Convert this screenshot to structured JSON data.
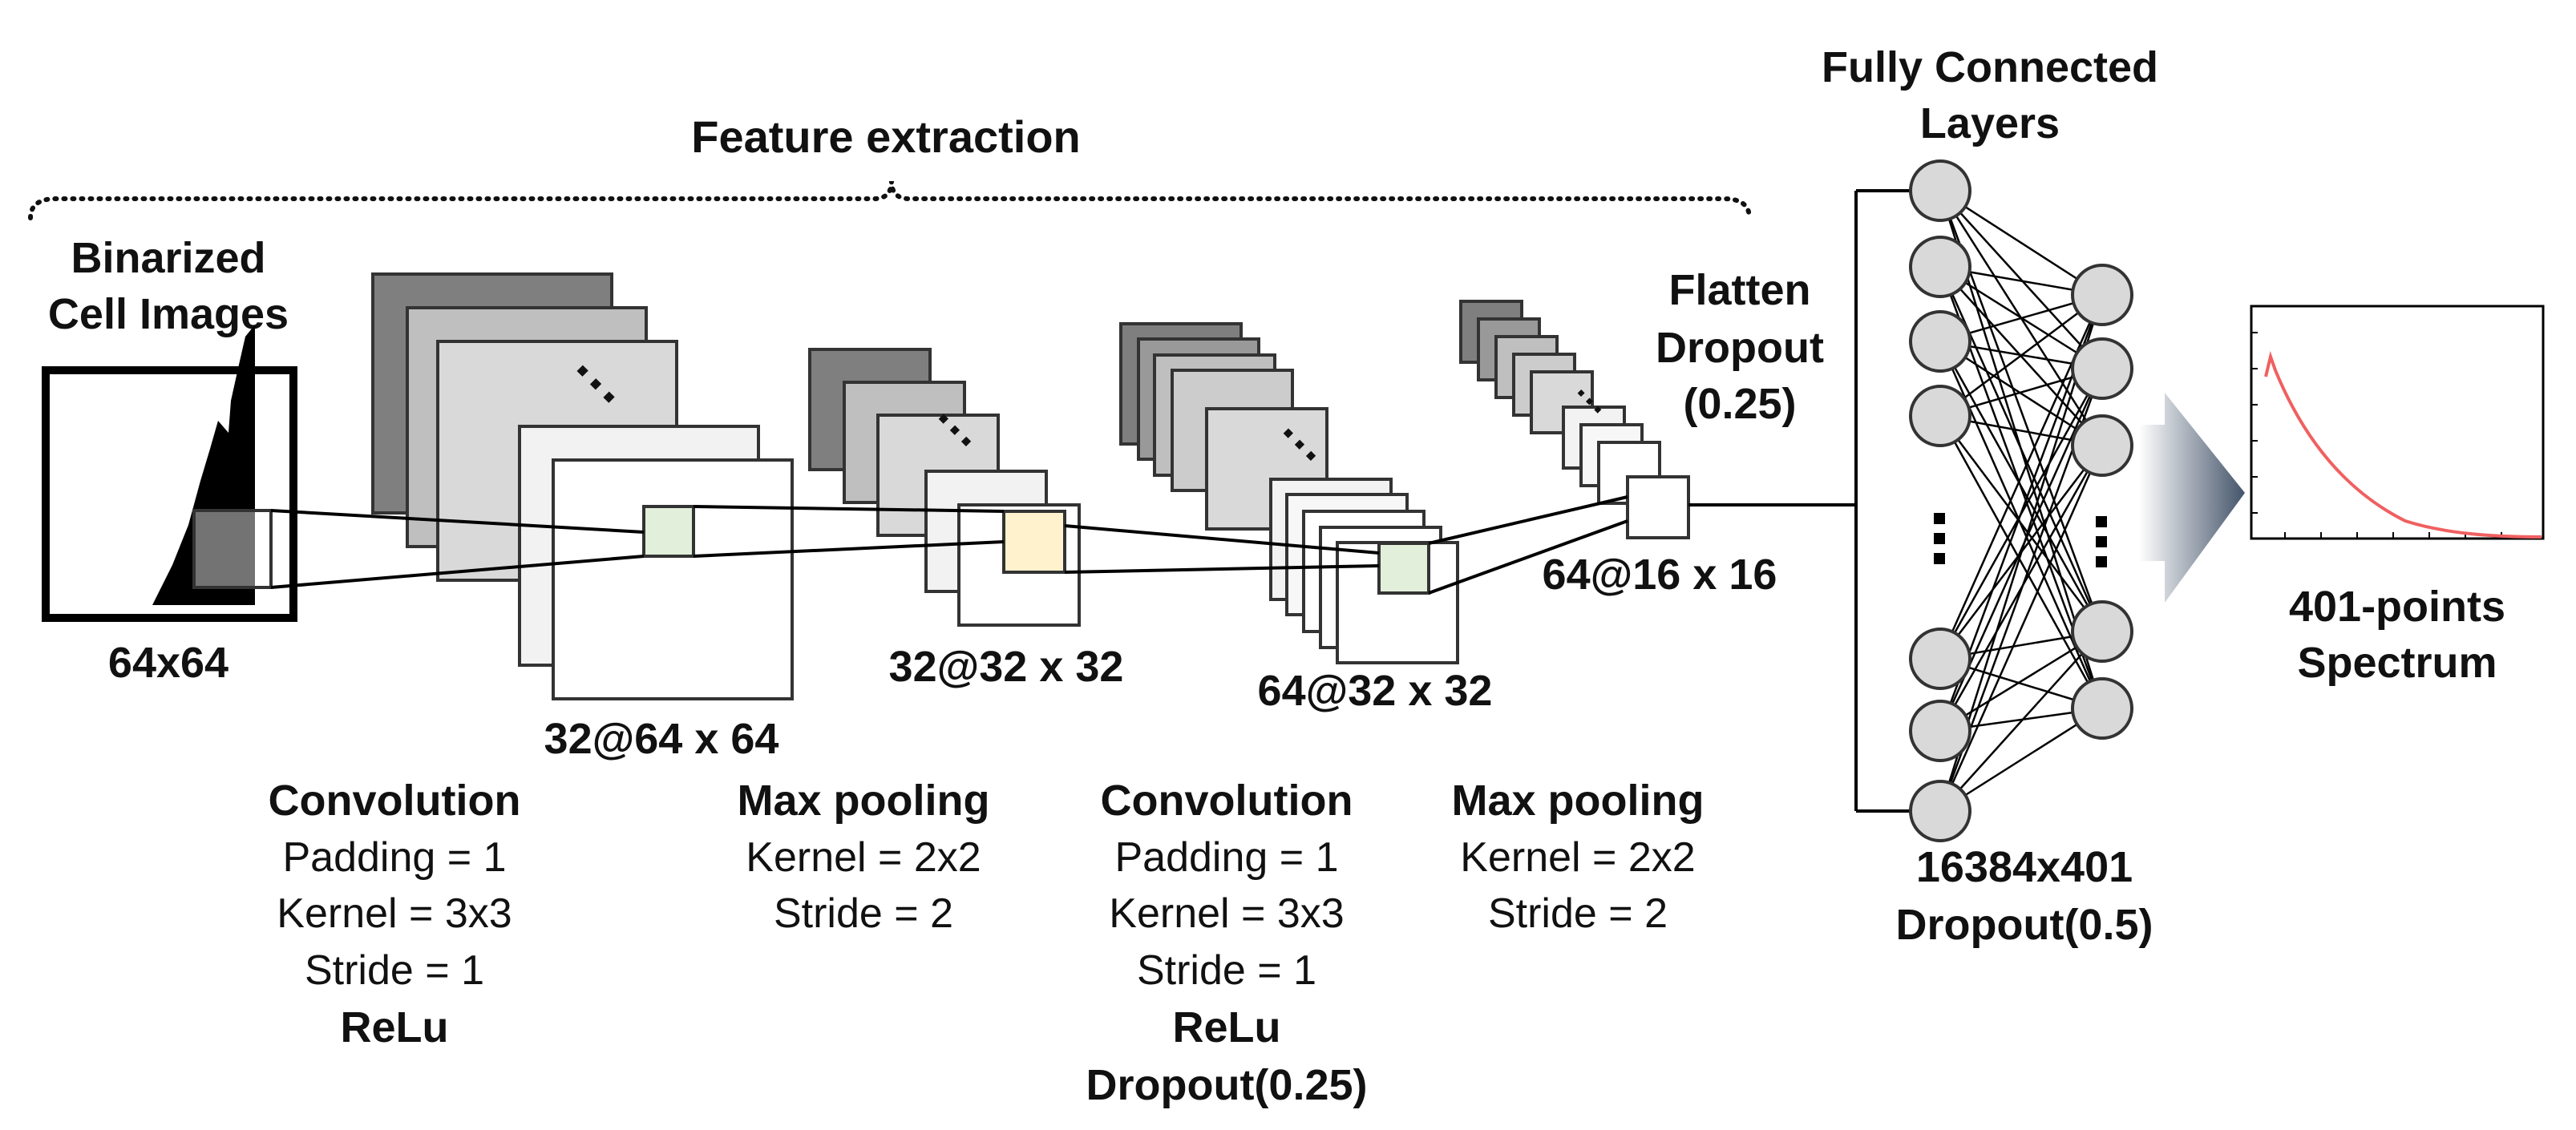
{
  "title": "Feature extraction",
  "input": {
    "label_line1": "Binarized",
    "label_line2": "Cell Images",
    "size": "64x64"
  },
  "layers": {
    "conv1_output": "32@64 x 64",
    "pool1_output": "32@32 x 32",
    "conv2_output": "64@32 x 32",
    "pool2_output": "64@16 x 16"
  },
  "ops": {
    "conv1": {
      "title": "Convolution",
      "lines": [
        "Padding = 1",
        "Kernel = 3x3",
        "Stride = 1"
      ],
      "activation": "ReLu"
    },
    "pool1": {
      "title": "Max pooling",
      "lines": [
        "Kernel = 2x2",
        "Stride = 2"
      ]
    },
    "conv2": {
      "title": "Convolution",
      "lines": [
        "Padding = 1",
        "Kernel = 3x3",
        "Stride = 1"
      ],
      "activation": "ReLu",
      "dropout": "Dropout(0.25)"
    },
    "pool2": {
      "title": "Max pooling",
      "lines": [
        "Kernel = 2x2",
        "Stride = 2"
      ]
    }
  },
  "flatten": {
    "line1": "Flatten",
    "line2": "Dropout",
    "line3": "(0.25)"
  },
  "fc": {
    "title_line1": "Fully Connected",
    "title_line2": "Layers",
    "size": "16384x401",
    "dropout": "Dropout(0.5)"
  },
  "output": {
    "line1": "401-points",
    "line2": "Spectrum"
  },
  "colors": {
    "map_dark": "#7f7f7f",
    "map_mid": "#bfbfbf",
    "map_light": "#d9d9d9",
    "map_lighter": "#f2f2f2",
    "kernel_green": "#e2efda",
    "kernel_yellow": "#fff2cc",
    "neuron": "#d9d9d9",
    "arrow": "#44546a",
    "spectrum_line": "#f06060"
  }
}
